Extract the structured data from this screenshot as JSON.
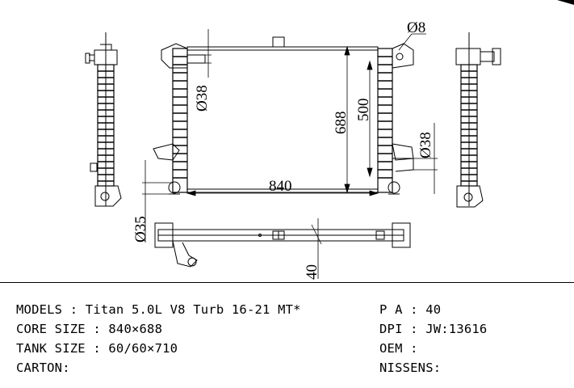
{
  "dimensions": {
    "width": "840",
    "height": "688",
    "core_height": "500",
    "pipe_left": "Ø38",
    "pipe_right": "Ø38",
    "fitting": "Ø8",
    "side_pipe": "Ø35",
    "thickness": "40"
  },
  "specs": {
    "models": "MODELS : Titan 5.0L V8 Turb 16-21 MT*",
    "core_size": "CORE SIZE : 840×688",
    "tank_size": "TANK SIZE : 60/60×710",
    "carton": "CARTON:",
    "pa": "P A : 40",
    "dpi": "DPI : JW:13616",
    "oem": "OEM :",
    "nissens": "NISSENS:"
  }
}
